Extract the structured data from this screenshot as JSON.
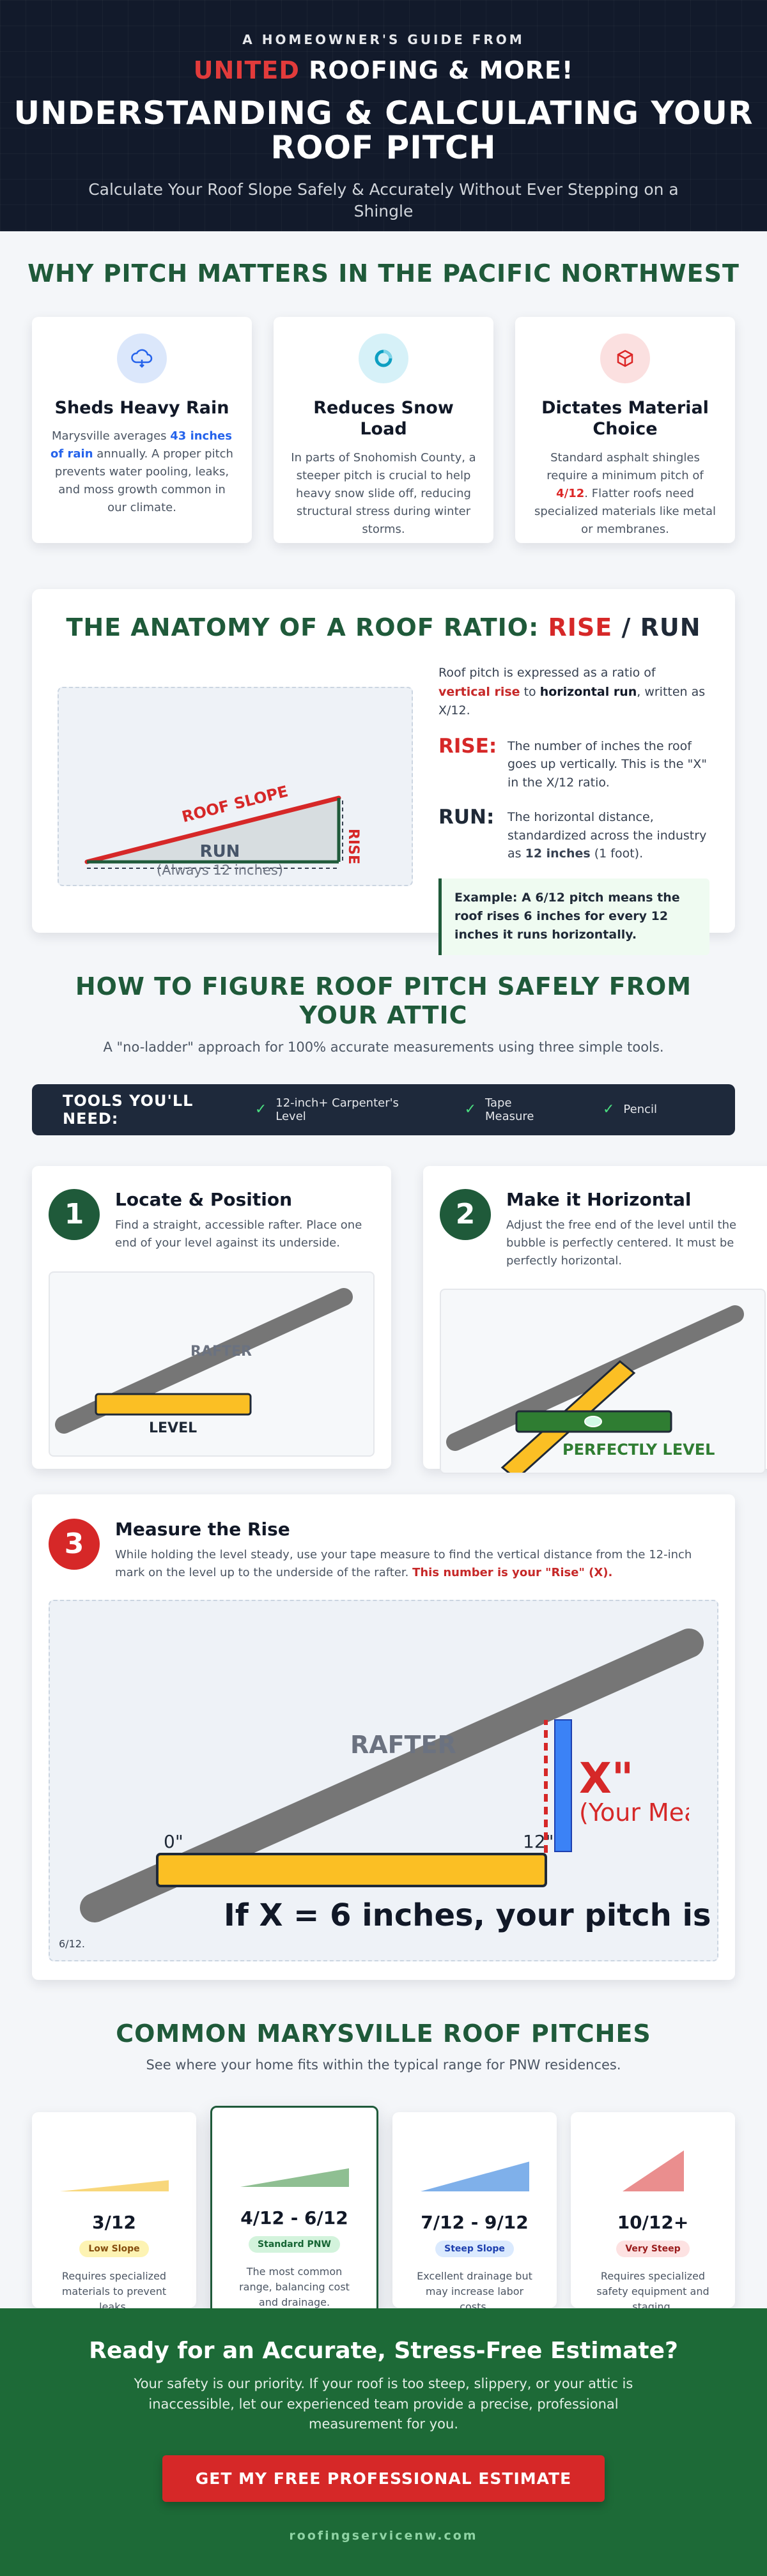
{
  "hero": {
    "kicker": "A HOMEOWNER'S GUIDE FROM",
    "brand_red": "UNITED",
    "brand_rest": " ROOFING & MORE!",
    "title": "UNDERSTANDING & CALCULATING YOUR ROOF PITCH",
    "subtitle": "Calculate Your Roof Slope Safely & Accurately Without Ever Stepping on a Shingle"
  },
  "why": {
    "heading": "WHY PITCH MATTERS IN THE PACIFIC NORTHWEST",
    "cards": [
      {
        "icon": "cloud-rain-icon",
        "title": "Sheds Heavy Rain",
        "text_a": "Marysville averages ",
        "highlight": "43 inches of rain",
        "text_b": " annually. A proper pitch prevents water pooling, leaks, and moss growth common in our climate."
      },
      {
        "icon": "snowflake-icon",
        "title": "Reduces Snow Load",
        "text_a": "In parts of Snohomish County, a steeper pitch is crucial to help heavy snow slide off, reducing structural stress during winter storms."
      },
      {
        "icon": "cube-icon",
        "title": "Dictates Material Choice",
        "text_a": "Standard asphalt shingles require a minimum pitch of ",
        "highlight": "4/12",
        "text_b": ". Flatter roofs need specialized materials like metal or membranes."
      }
    ],
    "colors": {
      "blue": "#2563eb",
      "teal": "#0e9fc2",
      "red": "#dc2626"
    }
  },
  "anatomy": {
    "heading_a": "THE ANATOMY OF A ROOF RATIO: ",
    "heading_rise": "RISE",
    "heading_sep": " / ",
    "heading_run": "RUN",
    "diagram": {
      "slope_label": "ROOF SLOPE",
      "rise_label": "RISE",
      "run_label": "RUN",
      "run_note": "(Always 12 inches)"
    },
    "intro_a": "Roof pitch is expressed as a ratio of ",
    "intro_rise": "vertical rise",
    "intro_b": " to ",
    "intro_run": "horizontal run",
    "intro_c": ", written as X/12.",
    "rise_term": "RISE:",
    "rise_desc": "The number of inches the roof goes up vertically. This is the \"X\" in the X/12 ratio.",
    "run_term": "RUN:",
    "run_desc_a": "The horizontal distance, standardized across the industry as ",
    "run_desc_bold": "12 inches",
    "run_desc_b": " (1 foot).",
    "example": "Example: A 6/12 pitch means the roof rises 6 inches for every 12 inches it runs horizontally."
  },
  "howto": {
    "heading": "HOW TO FIGURE ROOF PITCH SAFELY FROM YOUR ATTIC",
    "subtitle": "A \"no-ladder\" approach for 100% accurate measurements using three simple tools.",
    "tools_label": "TOOLS YOU'LL NEED:",
    "tools": [
      "12-inch+ Carpenter's Level",
      "Tape Measure",
      "Pencil"
    ],
    "steps": [
      {
        "num": "1",
        "title": "Locate & Position",
        "text": "Find a straight, accessible rafter. Place one end of your level against its underside.",
        "rafter_label": "RAFTER",
        "level_label": "LEVEL"
      },
      {
        "num": "2",
        "title": "Make it Horizontal",
        "text": "Adjust the free end of the level until the bubble is perfectly centered. It must be perfectly horizontal.",
        "level_label": "PERFECTLY LEVEL"
      },
      {
        "num": "3",
        "title": "Measure the Rise",
        "text_a": "While holding the level steady, use your tape measure to find the vertical distance from the 12-inch mark on the level up to the underside of the rafter. ",
        "text_b": "This number is your \"Rise\" (X).",
        "rafter_label": "RAFTER",
        "zero_label": "0\"",
        "twelve_label": "12\"",
        "x_label": "X\"",
        "x_note": "(Your Measurement)",
        "result": "If X = 6 inches, your pitch is",
        "footnote": "6/12."
      }
    ]
  },
  "common": {
    "heading": "COMMON MARYSVILLE ROOF PITCHES",
    "subtitle": "See where your home fits within the typical range for PNW residences.",
    "cards": [
      {
        "value": "3/12",
        "badge": "Low Slope",
        "text": "Requires specialized materials to prevent leaks.",
        "color": "#f8d77b",
        "badge_bg": "#fdf3b3",
        "badge_fg": "#854d0e",
        "rise": 3
      },
      {
        "value": "4/12 - 6/12",
        "badge": "Standard PNW",
        "text": "The most common range, balancing cost and drainage.",
        "color": "#8fbf92",
        "badge_bg": "#d3f3dc",
        "badge_fg": "#166534",
        "rise": 5
      },
      {
        "value": "7/12 - 9/12",
        "badge": "Steep Slope",
        "text": "Excellent drainage but may increase labor costs.",
        "color": "#7fb0ea",
        "badge_bg": "#dbeafe",
        "badge_fg": "#1e40af",
        "rise": 8
      },
      {
        "value": "10/12+",
        "badge": "Very Steep",
        "text": "Requires specialized safety equipment and staging.",
        "color": "#ea8e8e",
        "badge_bg": "#fde2e2",
        "badge_fg": "#991b1b",
        "rise": 11
      }
    ]
  },
  "cta": {
    "title": "Ready for an Accurate, Stress-Free Estimate?",
    "text": "Your safety is our priority. If your roof is too steep, slippery, or your attic is inaccessible, let our experienced team provide a precise, professional measurement for you.",
    "button": "GET MY FREE PROFESSIONAL ESTIMATE",
    "site": "roofingservicenw.com"
  }
}
